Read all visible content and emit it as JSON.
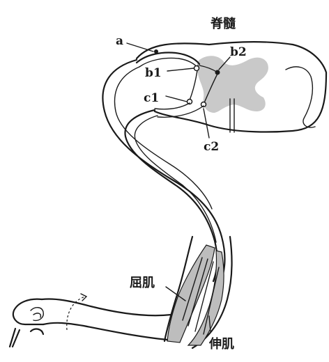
{
  "labels": {
    "spinal_cord": "脊髓",
    "a": "a",
    "b1": "b1",
    "b2": "b2",
    "c1": "c1",
    "c2": "c2",
    "flexor": "屈肌",
    "extensor": "伸肌"
  },
  "colors": {
    "ink": "#1a1a1a",
    "gray_matter": "#c9c9c9",
    "muscle_shade": "#bdbdbd"
  }
}
